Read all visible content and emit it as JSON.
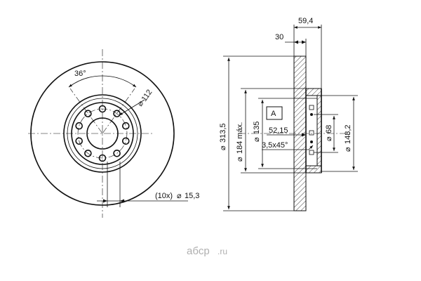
{
  "drawing": {
    "angle_label": "36°",
    "pcd_label": "112",
    "bolt_holes_label": "(10x)",
    "bolt_hole_diam_label": "15,3",
    "top_width_label": "59,4",
    "hat_offset_label": "30",
    "outer_diam_label": "313,5",
    "inner_diam_label": "184 máx.",
    "hat_diam_label": "135",
    "datum_label": "A",
    "hat_height_label": "52,15",
    "chamfer_label": "3,5x45°",
    "center_bore_label": "68",
    "hub_diam_label": "148,2",
    "diameter_symbol": "⌀",
    "watermark": {
      "brand": "aбcp",
      "suffix": ".ru"
    }
  }
}
